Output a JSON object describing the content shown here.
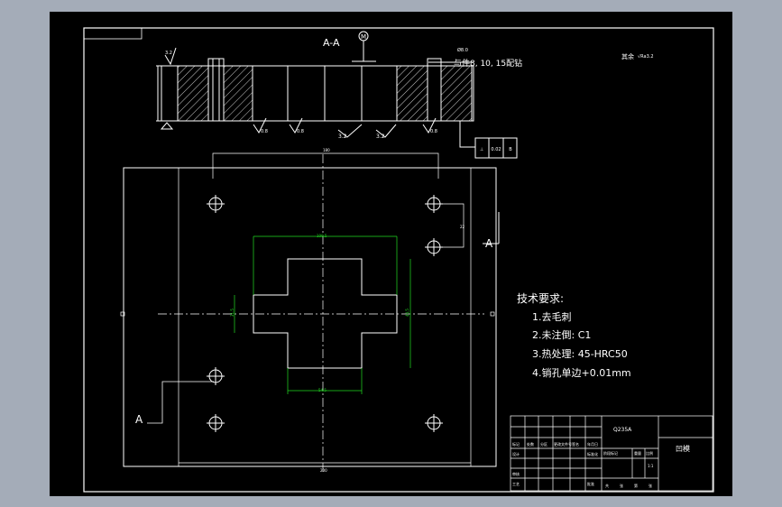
{
  "section": {
    "label": "A-A",
    "marker": "M"
  },
  "weld_note": {
    "small": "Ø8.0",
    "text": "与件8, 10, 15配钻"
  },
  "roughness_note": {
    "label": "其余",
    "value": "√Ra3.2"
  },
  "surface_marks": [
    "0.8",
    "0.8",
    "3.2",
    "3.2",
    "0.8",
    "3.2"
  ],
  "tolerance_frame": {
    "cells": [
      "⊥",
      "0.02",
      "B"
    ]
  },
  "view_labels": {
    "a_right": "A",
    "a_left": "A"
  },
  "dims": {
    "top": "180",
    "inner_top": "100.5",
    "inner_bottom": "54.5",
    "inner_left": "31.5",
    "inner_right": "44.5",
    "right_small": "22",
    "bottom": "200"
  },
  "tech": {
    "title": "技术要求:",
    "items": [
      "1.去毛刺",
      "2.未注倒: C1",
      "3.热处理: 45-HRC50",
      "4.销孔单边+0.01mm"
    ]
  },
  "title_block": {
    "material": "Q235A",
    "part": "凹模",
    "scale": "1:1",
    "rows": [
      [
        "标记",
        "处数",
        "分区",
        "更改文件号",
        "签名",
        "年月日"
      ],
      [
        "设计",
        "",
        "",
        "标准化",
        "",
        ""
      ],
      [
        "审核",
        "",
        "",
        "",
        "",
        ""
      ],
      [
        "工艺",
        "",
        "",
        "批准",
        "",
        ""
      ]
    ],
    "right_header": [
      "阶段标记",
      "重量",
      "比例"
    ],
    "bottom_row": [
      "共",
      "张",
      "第",
      "张"
    ]
  }
}
